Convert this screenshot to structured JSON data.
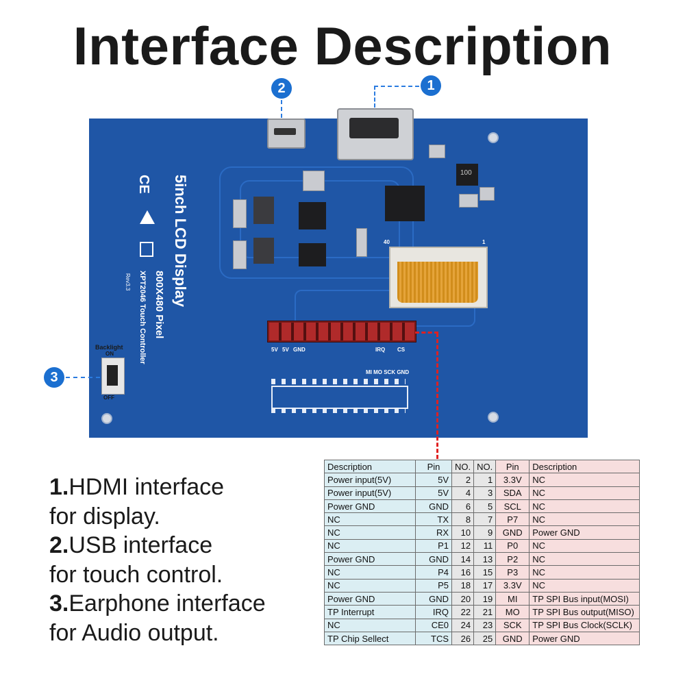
{
  "title": "Interface Description",
  "markers": [
    "1",
    "2",
    "3"
  ],
  "board": {
    "name": "5inch LCD Display",
    "resolution": "800X480 Pixel",
    "controller": "XPT2046 Touch Controller",
    "rev": "Rev3.3",
    "backlight": "Backlight",
    "on": "ON",
    "off": "OFF",
    "pin_labels_top": [
      "5V",
      "5V",
      "GND",
      "IRQ",
      "CS"
    ],
    "pin_labels_spi": "MI MO SCK GND",
    "ffc_left": "40",
    "ffc_right": "1",
    "inductor": "100"
  },
  "legend": [
    {
      "num": "1.",
      "line1": "HDMI interface",
      "line2": "for display."
    },
    {
      "num": "2.",
      "line1": "USB interface",
      "line2": "for touch control."
    },
    {
      "num": "3.",
      "line1": "Earphone interface",
      "line2": "for Audio output."
    }
  ],
  "pin_table": {
    "headers": [
      "Description",
      "Pin",
      "NO.",
      "NO.",
      "Pin",
      "Description"
    ],
    "rows": [
      [
        "Power input(5V)",
        "5V",
        "2",
        "1",
        "3.3V",
        "NC"
      ],
      [
        "Power input(5V)",
        "5V",
        "4",
        "3",
        "SDA",
        "NC"
      ],
      [
        "Power GND",
        "GND",
        "6",
        "5",
        "SCL",
        "NC"
      ],
      [
        "NC",
        "TX",
        "8",
        "7",
        "P7",
        "NC"
      ],
      [
        "NC",
        "RX",
        "10",
        "9",
        "GND",
        "Power GND"
      ],
      [
        "NC",
        "P1",
        "12",
        "11",
        "P0",
        "NC"
      ],
      [
        "Power GND",
        "GND",
        "14",
        "13",
        "P2",
        "NC"
      ],
      [
        "NC",
        "P4",
        "16",
        "15",
        "P3",
        "NC"
      ],
      [
        "NC",
        "P5",
        "18",
        "17",
        "3.3V",
        "NC"
      ],
      [
        "Power GND",
        "GND",
        "20",
        "19",
        "MI",
        "TP SPI Bus input(MOSI)"
      ],
      [
        "TP Interrupt",
        "IRQ",
        "22",
        "21",
        "MO",
        "TP SPI Bus output(MISO)"
      ],
      [
        "NC",
        "CE0",
        "24",
        "23",
        "SCK",
        "TP SPI Bus Clock(SCLK)"
      ],
      [
        "TP Chip Sellect",
        "TCS",
        "26",
        "25",
        "GND",
        "Power GND"
      ]
    ]
  },
  "colors": {
    "pcb": "#1f56a6",
    "marker": "#1b6fd0",
    "left_cols": "#dbeef3",
    "right_cols": "#f7dede",
    "num_cols": "#e7e7e7",
    "pointer_red": "#e02020"
  }
}
